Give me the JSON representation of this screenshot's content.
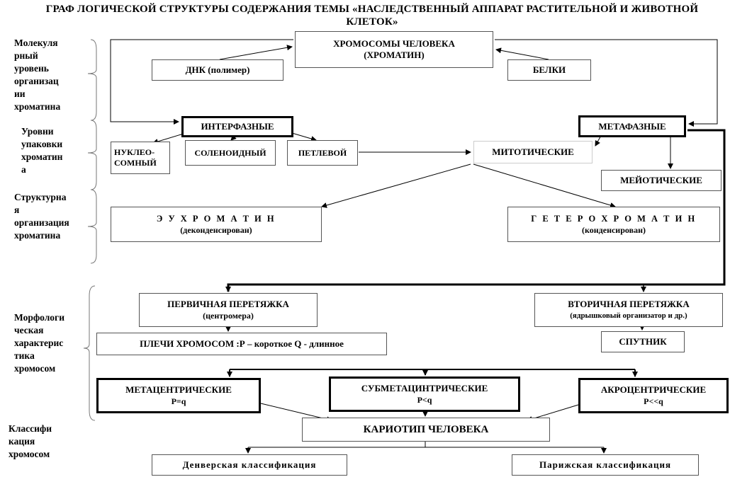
{
  "title": "ГРАФ ЛОГИЧЕСКОЙ  СТРУКТУРЫ СОДЕРЖАНИЯ ТЕМЫ «НАСЛЕДСТВЕННЫЙ  АППАРАТ  РАСТИТЕЛЬНОЙ  И ЖИВОТНОЙ КЛЕТОК»",
  "side_labels": {
    "molecular": "Молекуля\nрный\nуровень\nорганизац\nии\nхроматина",
    "packing": "Уровни\nупаковки\nхроматин\nа",
    "structural": "Структурна\nя\nорганизация\nхроматина",
    "morphology": "Морфологи\nческая\nхарактерис\nтика\nхромосом",
    "classification": "Классифи\nкация\nхромосом"
  },
  "nodes": {
    "chromosomes": {
      "line1": "ХРОМОСОМЫ ЧЕЛОВЕКА",
      "line2": "(ХРОМАТИН)"
    },
    "dna": "ДНК (полимер)",
    "proteins": "БЕЛКИ",
    "interphase": "ИНТЕРФАЗНЫЕ",
    "metaphase": "МЕТАФАЗНЫЕ",
    "nucleosome": "НУКЛЕО-\nСОМНЫЙ",
    "solenoid": "СОЛЕНОИДНЫЙ",
    "loop": "ПЕТЛЕВОЙ",
    "mitotic": "МИТОТИЧЕСКИЕ",
    "meiotic": "МЕЙОТИЧЕСКИЕ",
    "euchromatin": {
      "line1": "Э У Х Р О М А Т И Н",
      "line2": "(деконденсирован)"
    },
    "heterochromatin": {
      "line1": "Г Е Т Е Р О Х Р О М А Т И Н",
      "line2": "(конденсирован)"
    },
    "primary_constriction": {
      "line1": "ПЕРВИЧНАЯ ПЕРЕТЯЖКА",
      "line2": "(центромера)"
    },
    "secondary_constriction": {
      "line1": "ВТОРИЧНАЯ ПЕРЕТЯЖКА",
      "line2": "(ядрышковый организатор и др.)"
    },
    "arms": "ПЛЕЧИ ХРОМОСОМ  :Р – короткое Q - длинное",
    "satellite": "СПУТНИК",
    "metacentric": {
      "line1": "МЕТАЦЕНТРИЧЕСКИЕ",
      "line2": "P=q"
    },
    "submetacentric": {
      "line1": "СУБМЕТАЦИНТРИЧЕСКИЕ",
      "line2": "P<q"
    },
    "acrocentric": {
      "line1": "АКРОЦЕНТРИЧЕСКИЕ",
      "line2": "P<<q"
    },
    "karyotype": "КАРИОТИП ЧЕЛОВЕКА",
    "denver": "Денверская  классификация",
    "paris": "Парижская  классификация"
  },
  "colors": {
    "ink": "#000000",
    "box_border": "#555555",
    "background": "#ffffff"
  }
}
